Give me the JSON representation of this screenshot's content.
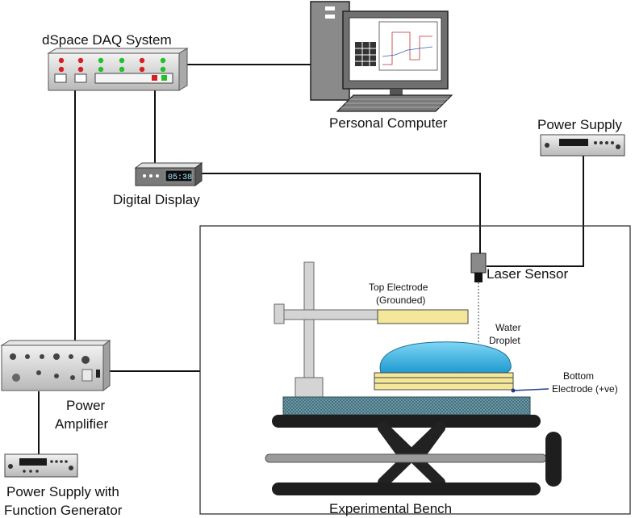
{
  "labels": {
    "daq": "dSpace DAQ System",
    "computer": "Personal Computer",
    "power_supply": "Power Supply",
    "digital_display": "Digital Display",
    "display_readout": "05:38",
    "laser_sensor": "Laser Sensor",
    "top_electrode_line1": "Top Electrode",
    "top_electrode_line2": "(Grounded)",
    "water_line1": "Water",
    "water_line2": "Droplet",
    "bottom_electrode_line1": "Bottom",
    "bottom_electrode_line2": "Electrode (+ve)",
    "power_amp_line1": "Power",
    "power_amp_line2": "Amplifier",
    "psfg_line1": "Power Supply with",
    "psfg_line2": "Function Generator",
    "bench": "Experimental Bench"
  },
  "colors": {
    "wire": "#111111",
    "device_body": "#d9d9d9",
    "droplet": "#3bb5e0",
    "electrode": "#f5e79a",
    "base_block": "#2f5f6f",
    "scissor_lift": "#222222"
  }
}
